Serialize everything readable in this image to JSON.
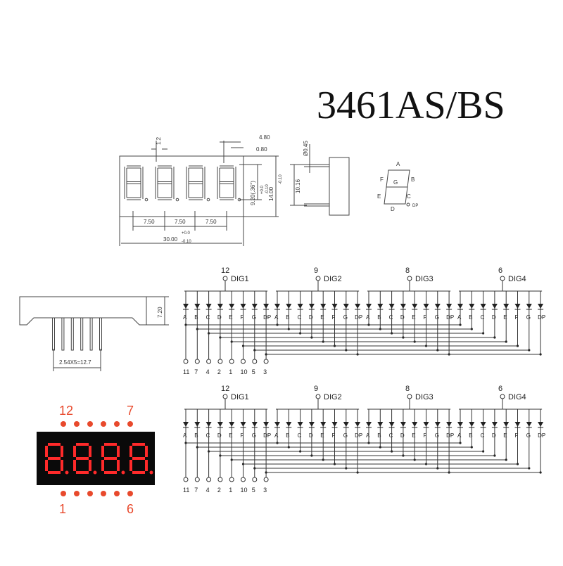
{
  "title": "3461AS/BS",
  "dimensions": {
    "pitch_small": "1.2",
    "offset_480": "4.80",
    "offset_080": "0.80",
    "digit_spacing": [
      "7.50",
      "7.50",
      "7.50"
    ],
    "total_width": "30.00",
    "total_width_tol_top": "+0.0",
    "total_width_tol_bottom": "-0.10",
    "digit_height": "9.20(.36\")",
    "digit_height_tol_top": "+0.0",
    "digit_height_tol_bottom": "-0.10",
    "body_height": "14.00",
    "body_height_tol": "-0.10",
    "side_depth": "10.16",
    "pin_diameter": "Ø0.45",
    "pin_row_height": "7.20",
    "pin_pitch": "2.54X5=12.7"
  },
  "segment_diagram": {
    "labels": [
      "A",
      "B",
      "C",
      "D",
      "E",
      "F",
      "G",
      "DP"
    ]
  },
  "circuits": [
    {
      "digits": [
        {
          "pin": "12",
          "name": "DIG1"
        },
        {
          "pin": "9",
          "name": "DIG2"
        },
        {
          "pin": "8",
          "name": "DIG3"
        },
        {
          "pin": "6",
          "name": "DIG4"
        }
      ],
      "segments": [
        "A",
        "B",
        "C",
        "D",
        "E",
        "F",
        "G",
        "DP"
      ],
      "segment_pins": [
        "11",
        "7",
        "4",
        "2",
        "1",
        "10",
        "5",
        "3"
      ]
    },
    {
      "digits": [
        {
          "pin": "12",
          "name": "DIG1"
        },
        {
          "pin": "9",
          "name": "DIG2"
        },
        {
          "pin": "8",
          "name": "DIG3"
        },
        {
          "pin": "6",
          "name": "DIG4"
        }
      ],
      "segments": [
        "A",
        "B",
        "C",
        "D",
        "E",
        "F",
        "G",
        "DP"
      ],
      "segment_pins": [
        "11",
        "7",
        "4",
        "2",
        "1",
        "10",
        "5",
        "3"
      ]
    }
  ],
  "photo": {
    "top_left_pin": "12",
    "top_right_pin": "7",
    "bottom_left_pin": "1",
    "bottom_right_pin": "6",
    "digit_color": "#ff2a2a",
    "pin_dot_color": "#e8492c",
    "body_color": "#0a0a0a"
  }
}
